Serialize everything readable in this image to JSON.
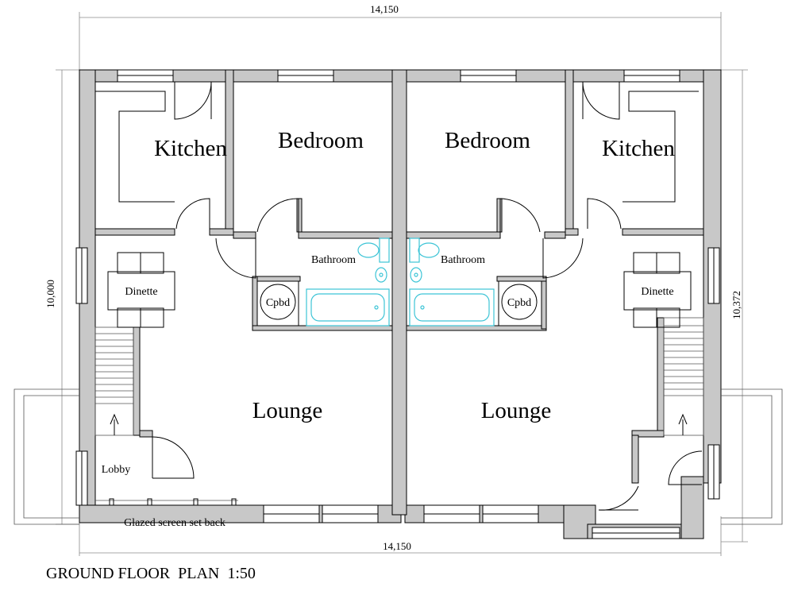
{
  "labels": {
    "kitchen_left": "Kitchen",
    "bedroom_left": "Bedroom",
    "bedroom_right": "Bedroom",
    "kitchen_right": "Kitchen",
    "bathroom_left": "Bathroom",
    "bathroom_right": "Bathroom",
    "dinette_left": "Dinette",
    "dinette_right": "Dinette",
    "cpbd_left": "Cpbd",
    "cpbd_right": "Cpbd",
    "lounge_left": "Lounge",
    "lounge_right": "Lounge",
    "lobby": "Lobby",
    "glazed_screen": "Glazed screen set back"
  },
  "dimensions": {
    "top_width": "14,150",
    "bottom_width": "14,150",
    "left_depth": "10,000",
    "right_depth": "10,372"
  },
  "title": "GROUND FLOOR  PLAN  1:50",
  "colors": {
    "wall_fill": "#c8c8c8",
    "sanitary": "#3cc4d6"
  }
}
